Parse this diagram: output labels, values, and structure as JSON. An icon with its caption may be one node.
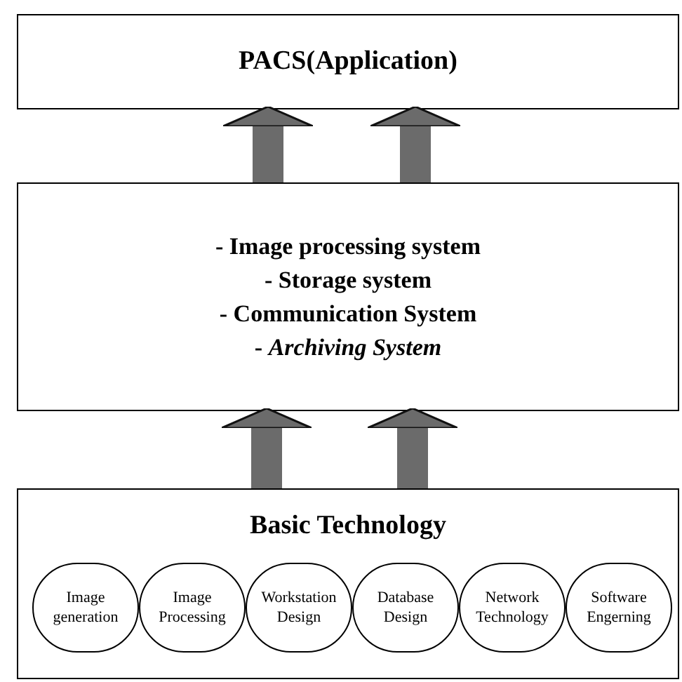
{
  "diagram": {
    "nodes": [
      {
        "text": [
          "PACS(Application)"
        ]
      },
      {
        "text": [
          "- Image processing system",
          "- Storage system",
          "- Communication System",
          "- *Archiving System*"
        ]
      },
      {
        "text": [
          "Basic Technology"
        ]
      },
      {
        "text": [
          "Image generation"
        ],
        "in": 2
      },
      {
        "text": [
          "Image Processing"
        ],
        "in": 2
      },
      {
        "text": [
          "Workstation Design"
        ],
        "in": 2
      },
      {
        "text": [
          "Database Design"
        ],
        "in": 2
      },
      {
        "text": [
          "Network Technology"
        ],
        "in": 2
      },
      {
        "text": [
          "Software Engerning"
        ],
        "in": 2
      }
    ],
    "edges": [
      {
        "from": 1,
        "to": 0,
        "arrow": "to"
      },
      {
        "from": 1,
        "to": 0,
        "arrow": "to"
      },
      {
        "from": 2,
        "to": 1,
        "arrow": "to"
      },
      {
        "from": 2,
        "to": 1,
        "arrow": "to"
      }
    ]
  }
}
